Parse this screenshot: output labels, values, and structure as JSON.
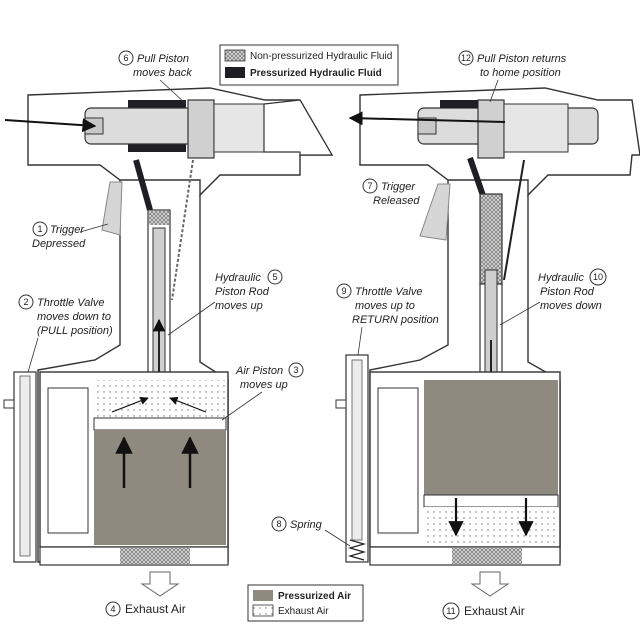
{
  "legend_top": {
    "nonpressurized_hydraulic": "Non-pressurized Hydraulic Fluid",
    "pressurized_hydraulic": "Pressurized Hydraulic Fluid"
  },
  "legend_bottom": {
    "pressurized_air": "Pressurized Air",
    "exhaust_air": "Exhaust Air"
  },
  "colors": {
    "pressurized_air": "#8f8a80",
    "pressurized_hydraulic": "#1e1e24",
    "outline": "#333333"
  },
  "left": {
    "c1": {
      "num": "1",
      "lines": [
        "Trigger",
        "Depressed"
      ]
    },
    "c2": {
      "num": "2",
      "lines": [
        "Throttle Valve",
        "moves down to",
        "(PULL position)"
      ]
    },
    "c3": {
      "num": "3",
      "lines": [
        "Air Piston",
        "moves up"
      ]
    },
    "c4": {
      "num": "4",
      "text": "Exhaust Air"
    },
    "c5": {
      "num": "5",
      "lines": [
        "Hydraulic",
        "Piston Rod",
        "moves up"
      ]
    },
    "c6": {
      "num": "6",
      "lines": [
        "Pull Piston",
        "moves back"
      ]
    }
  },
  "right": {
    "c7": {
      "num": "7",
      "lines": [
        "Trigger",
        "Released"
      ]
    },
    "c8": {
      "num": "8",
      "text": "Spring"
    },
    "c9": {
      "num": "9",
      "lines": [
        "Throttle Valve",
        "moves up to",
        "RETURN position"
      ]
    },
    "c10": {
      "num": "10",
      "lines": [
        "Hydraulic",
        "Piston Rod",
        "moves down"
      ]
    },
    "c11": {
      "num": "11",
      "text": "Exhaust Air"
    },
    "c12": {
      "num": "12",
      "lines": [
        "Pull Piston returns",
        "to home position"
      ]
    }
  }
}
